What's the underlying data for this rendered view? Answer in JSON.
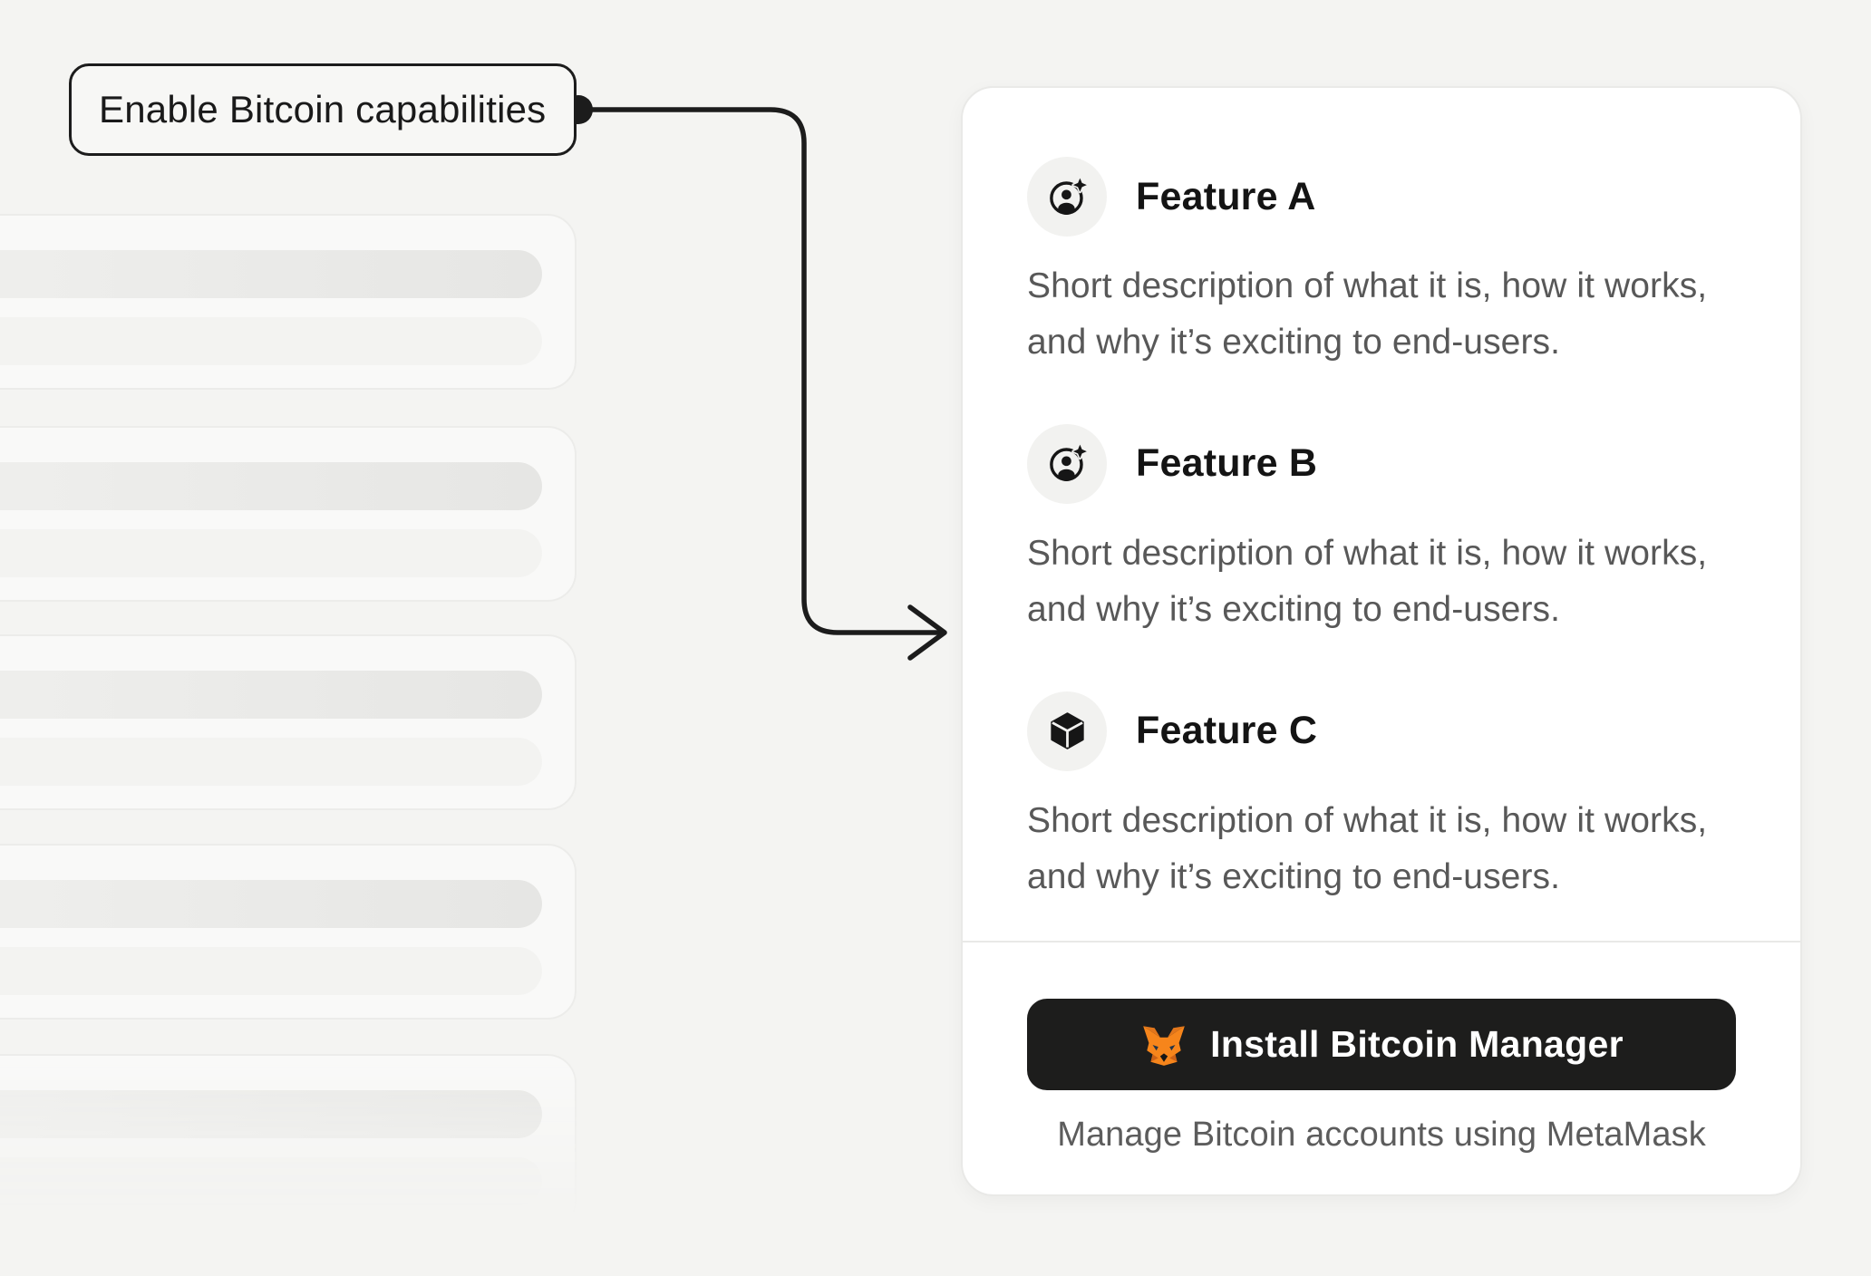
{
  "annotation": {
    "label": "Enable Bitcoin capabilities"
  },
  "panel": {
    "features": [
      {
        "title": "Feature A",
        "icon": "account-sparkle-icon",
        "description": "Short description of what it is, how it works, and why it’s exciting to end-users."
      },
      {
        "title": "Feature B",
        "icon": "account-sparkle-icon",
        "description": "Short description of what it is, how it works, and why it’s exciting to end-users."
      },
      {
        "title": "Feature C",
        "icon": "cube-icon",
        "description": "Short description of what it is, how it works, and why it’s exciting to end-users."
      }
    ],
    "cta": {
      "label": "Install Bitcoin Manager",
      "icon": "metamask-fox-icon"
    },
    "footnote": "Manage Bitcoin accounts using MetaMask"
  },
  "skeleton": {
    "card_count": 5
  },
  "colors": {
    "background": "#f4f4f2",
    "panel_background": "#ffffff",
    "text_primary": "#141414",
    "text_secondary": "#585858",
    "button_background": "#1d1d1c",
    "button_text": "#ffffff",
    "metamask_orange": "#f6851b",
    "connector": "#1c1c1c"
  }
}
